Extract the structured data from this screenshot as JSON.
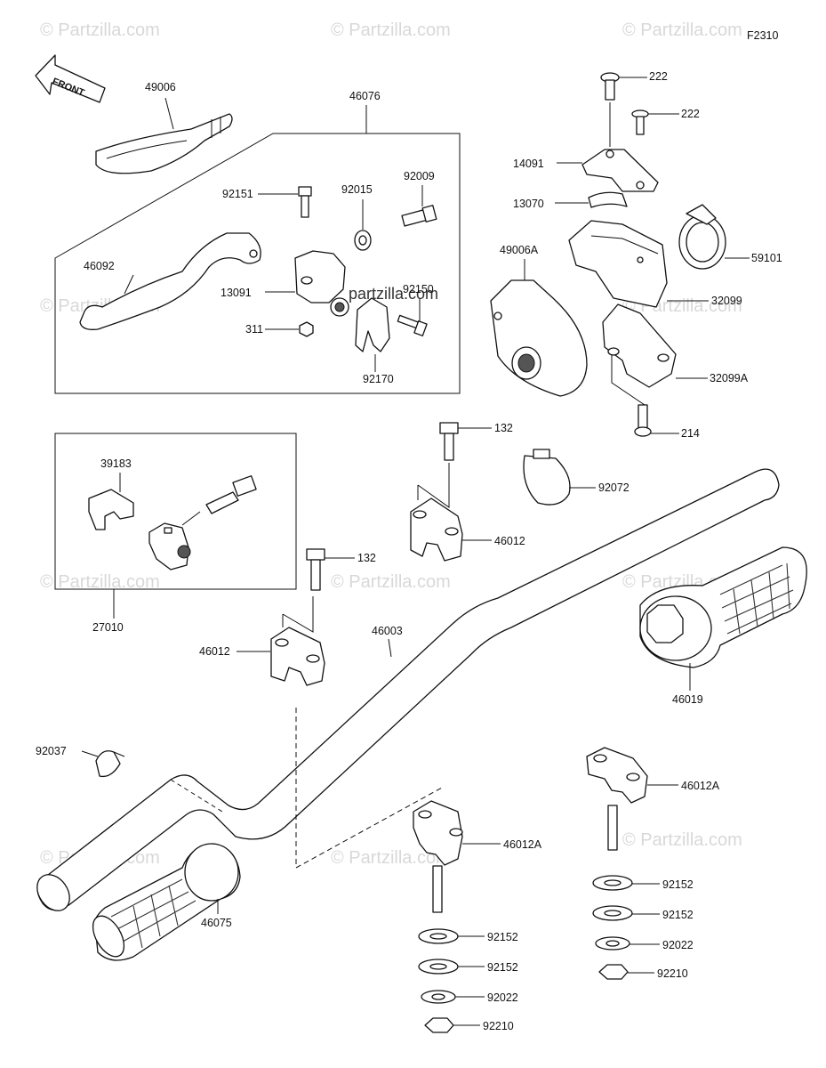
{
  "figure_code": "F2310",
  "front_arrow_label": "FRONT",
  "watermark_text": "© Partzilla.com",
  "watermark_center": "partzilla.com",
  "labels": {
    "p49006": "49006",
    "p46076": "46076",
    "p92151": "92151",
    "p92015": "92015",
    "p92009": "92009",
    "p46092": "46092",
    "p13091": "13091",
    "p92150": "92150",
    "p311": "311",
    "p92170": "92170",
    "p222a": "222",
    "p222b": "222",
    "p14091": "14091",
    "p13070": "13070",
    "p49006A": "49006A",
    "p59101": "59101",
    "p32099": "32099",
    "p32099A": "32099A",
    "p214": "214",
    "p132a": "132",
    "p92072": "92072",
    "p46012a": "46012",
    "p39183": "39183",
    "p27010": "27010",
    "p132b": "132",
    "p46012b": "46012",
    "p46003": "46003",
    "p46019": "46019",
    "p92037": "92037",
    "p46012Aa": "46012A",
    "p46012Ab": "46012A",
    "p92152a": "92152",
    "p92152b": "92152",
    "p92022a": "92022",
    "p92210a": "92210",
    "p92152c": "92152",
    "p92152d": "92152",
    "p92022b": "92022",
    "p92210b": "92210",
    "p46075": "46075"
  }
}
